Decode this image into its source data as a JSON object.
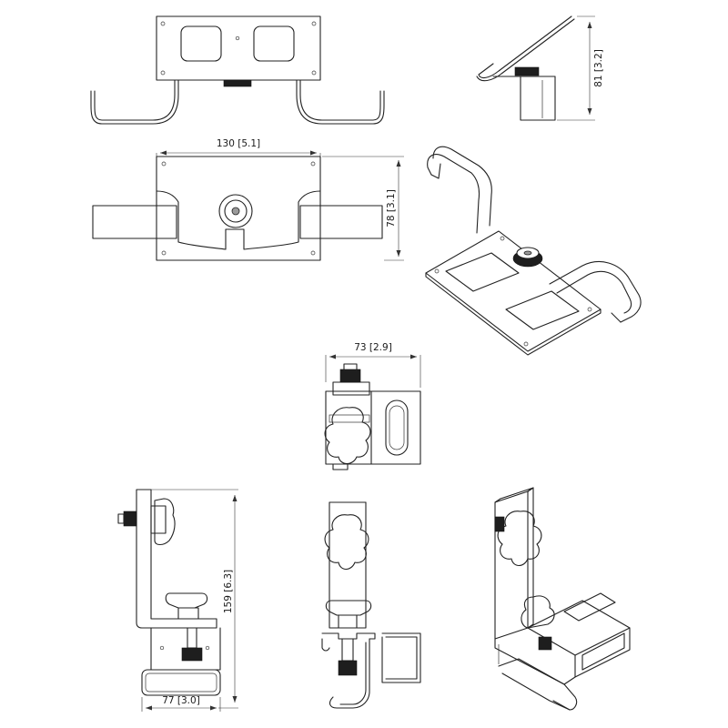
{
  "dimensions": {
    "height_side_top": "81 [3.2]",
    "width_top": "130 [5.1]",
    "height_top": "78 [3.1]",
    "width_mid": "73 [2.9]",
    "height_side_bottom": "159 [6.3]",
    "width_side_bottom": "77 [3.0]"
  },
  "colors": {
    "line": "#222222",
    "knob": "#1e1e1e",
    "background": "#ffffff"
  }
}
